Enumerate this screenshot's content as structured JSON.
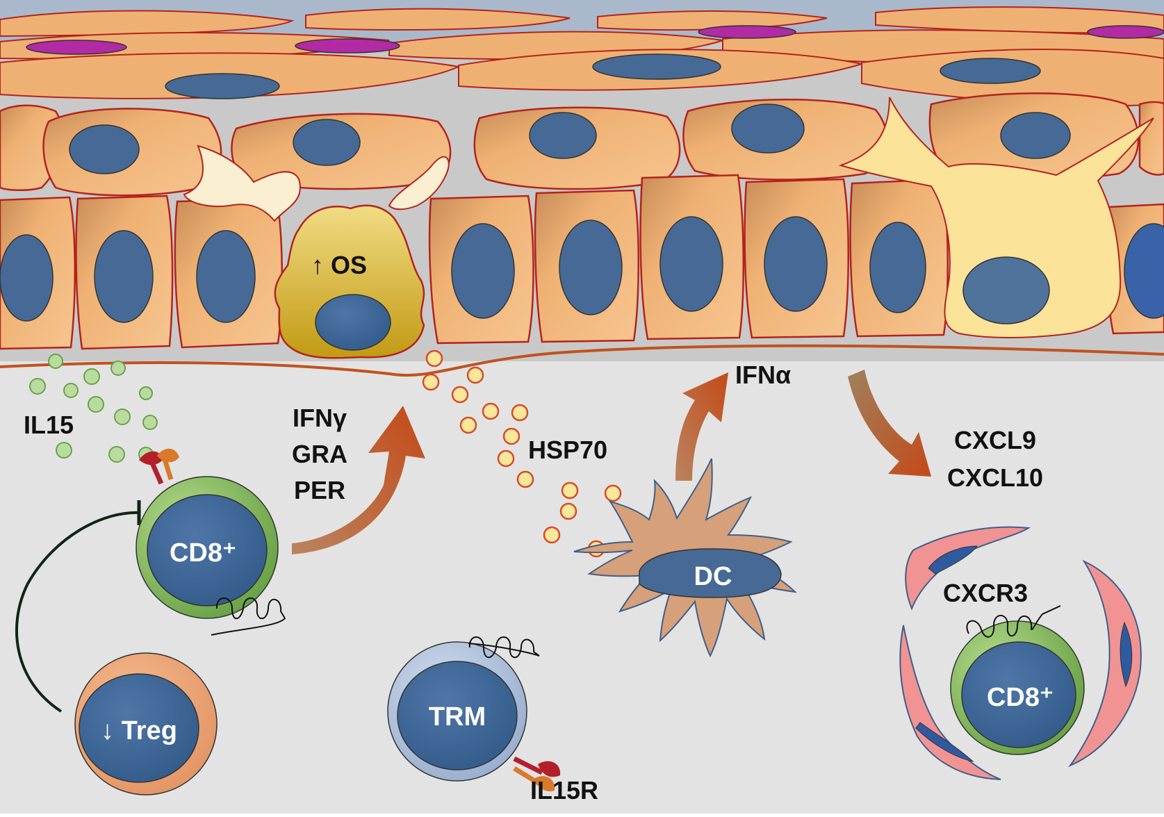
{
  "labels": {
    "il15": "IL15",
    "ifng": "IFNγ",
    "gra": "GRA",
    "per": "PER",
    "os_prefix": "↑",
    "os": "OS",
    "hsp70": "HSP70",
    "ifna": "IFNα",
    "cxcl9": "CXCL9",
    "cxcl10": "CXCL10",
    "cd8_left": "CD8⁺",
    "cd8_right": "CD8⁺",
    "cxcr3": "CXCR3",
    "dc": "DC",
    "trm": "TRM",
    "il15r": "IL15R",
    "treg_prefix": "↓",
    "treg": "Treg"
  },
  "colors": {
    "background": "#e3e3e3",
    "keratinocyte": "#efb173",
    "cell_border": "#b3231d",
    "nucleus": "#466a95",
    "stratum_corneum": "#aab8cc",
    "flat_nucleus": "#b22aa4",
    "melanocyte_left": "#fbefd2",
    "melanocyte_right": "#fbe39a",
    "stressed_melanocyte": "#cfa526",
    "basement_membrane": "#c0521e",
    "il15_dot": "#b9dc9e",
    "hsp70_dot": "#fbe79a",
    "cd8_ring": "#8fc26a",
    "treg_ring": "#eda377",
    "trm_ring": "#aec0dc",
    "dc_body": "#d6a07a",
    "endothelium": "#f29393",
    "arrow": "#c2531f",
    "receptor_red": "#b3202a",
    "receptor_orange": "#d9792a"
  }
}
